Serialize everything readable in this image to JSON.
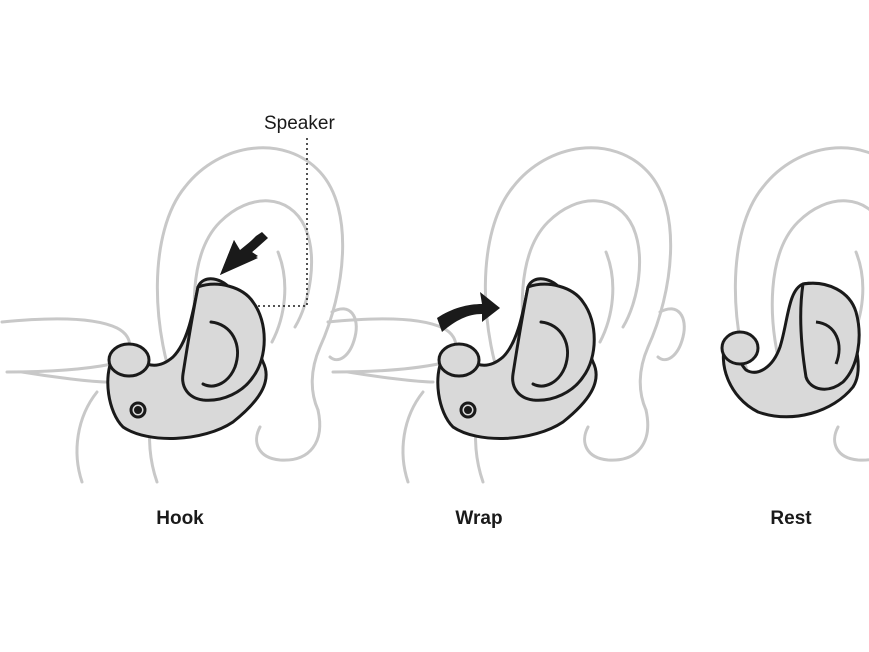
{
  "callout": {
    "label": "Speaker"
  },
  "steps": [
    {
      "label": "Hook"
    },
    {
      "label": "Wrap"
    },
    {
      "label": "Rest"
    }
  ],
  "colors": {
    "ear_outline": "#c8c8c8",
    "earbud_fill": "#d9d9d9",
    "earbud_outline": "#1a1a1a",
    "arrow": "#1a1a1a",
    "text": "#1a1a1a"
  }
}
